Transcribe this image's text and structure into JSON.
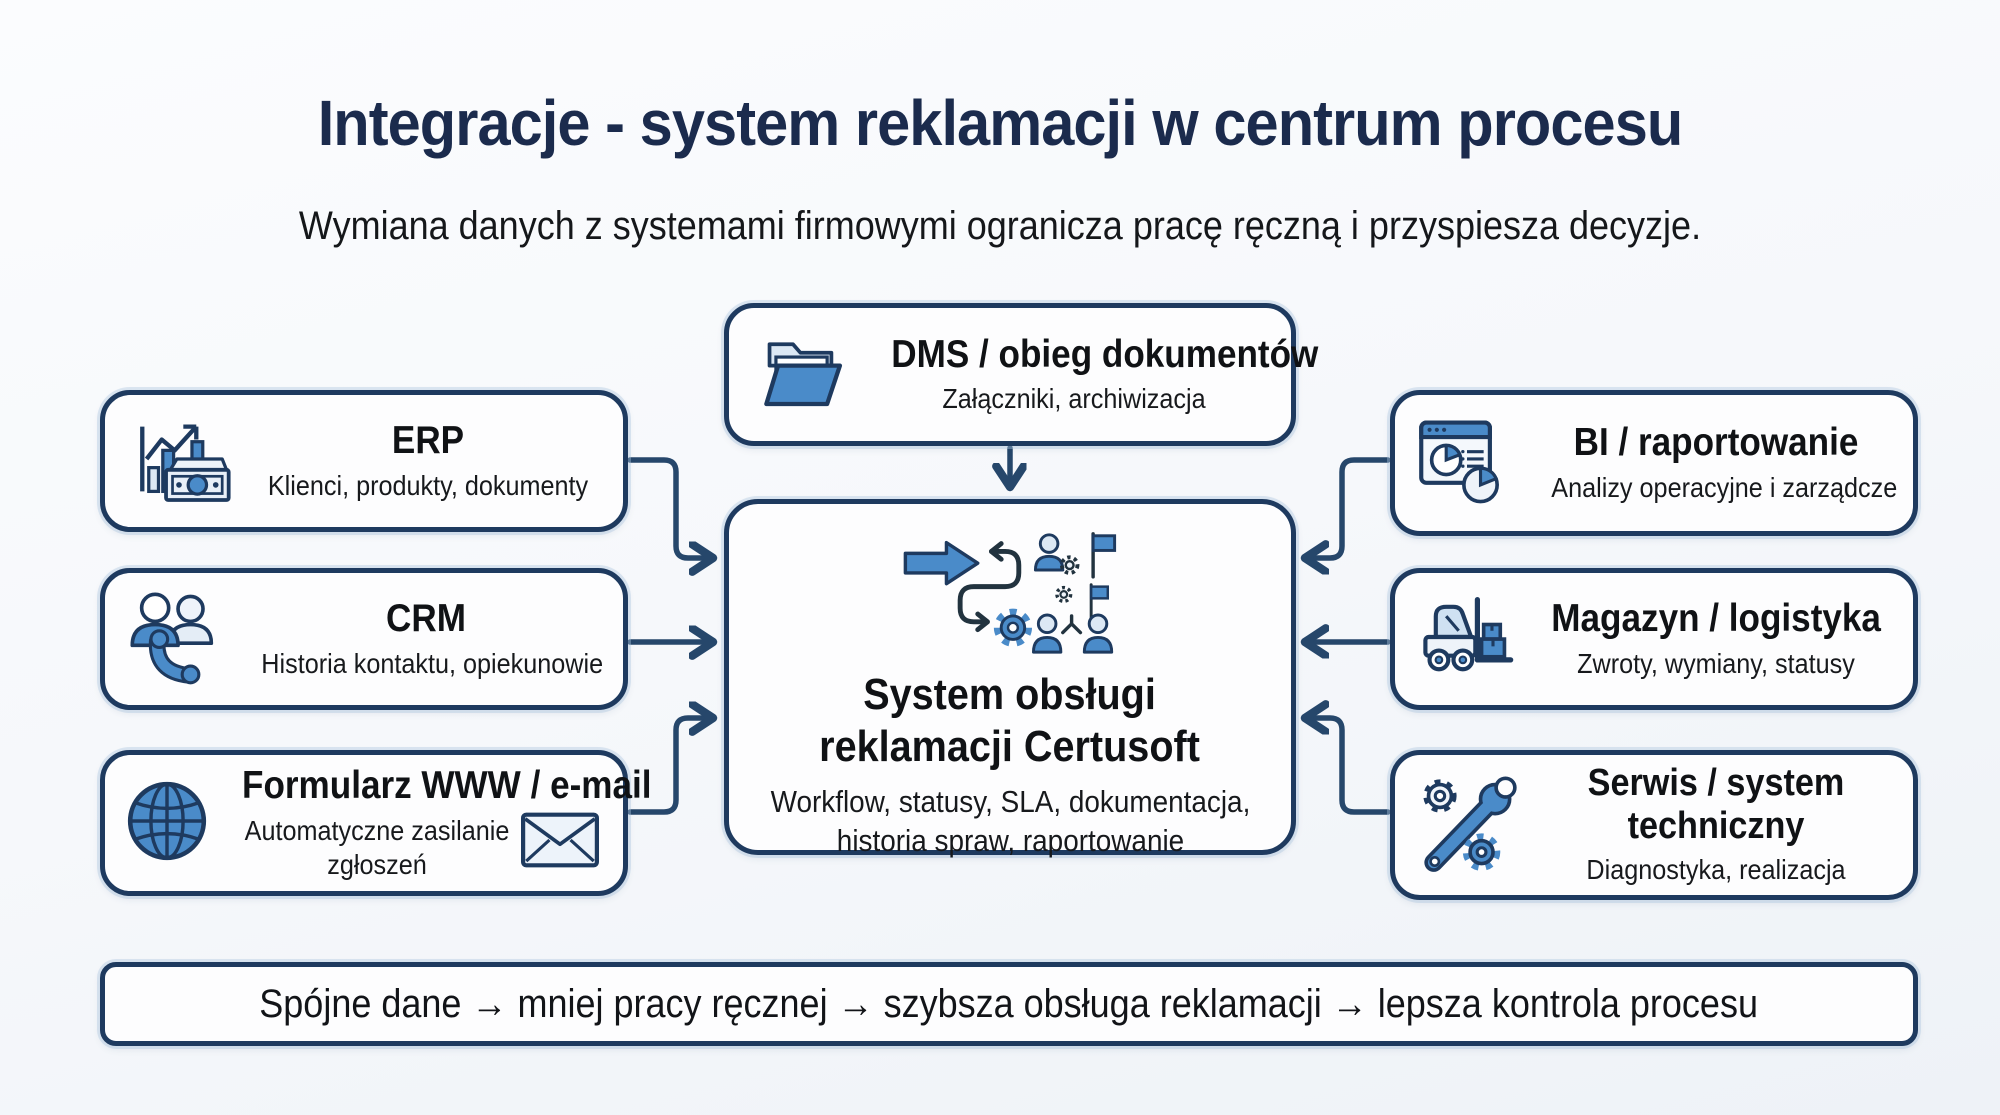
{
  "header": {
    "title": "Integracje - system reklamacji w centrum procesu",
    "subtitle": "Wymiana danych z systemami firmowymi ogranicza pracę ręczną i przyspiesza decyzje."
  },
  "colors": {
    "border_navy": "#1e3a5f",
    "title_navy": "#1b2b4d",
    "icon_blue": "#4a8bc9",
    "icon_blue_light": "#dce8f4",
    "connector": "#26476b",
    "background": "#f6f8fb",
    "text": "#141619"
  },
  "nodes": {
    "dms": {
      "title": "DMS / obieg dokumentów",
      "subtitle": "Załączniki, archiwizacja",
      "icon": "folder-icon"
    },
    "erp": {
      "title": "ERP",
      "subtitle": "Klienci, produkty, dokumenty",
      "icon": "bar-chart-money-icon"
    },
    "crm": {
      "title": "CRM",
      "subtitle": "Historia kontaktu, opiekunowie",
      "icon": "people-phone-icon"
    },
    "www_email": {
      "title": "Formularz WWW / e-mail",
      "subtitle_lines": [
        "Automatyczne zasilanie",
        "zgłoszeń"
      ],
      "icon": "globe-icon",
      "icon_right": "envelope-icon"
    },
    "bi": {
      "title": "BI / raportowanie",
      "subtitle": "Analizy operacyjne i zarządcze",
      "icon": "report-pies-icon"
    },
    "warehouse": {
      "title": "Magazyn / logistyka",
      "subtitle": "Zwroty, wymiany, statusy",
      "icon": "forklift-icon"
    },
    "service": {
      "title_lines": [
        "Serwis / system",
        "techniczny"
      ],
      "subtitle": "Diagnostyka, realizacja",
      "icon": "wrench-gears-icon"
    },
    "center": {
      "title_lines": [
        "System obsługi",
        "reklamacji Certusoft"
      ],
      "subtitle_lines": [
        "Workflow, statusy, SLA, dokumentacja,",
        "historia spraw, raportowanie"
      ],
      "icon": "workflow-team-icon"
    }
  },
  "footer": {
    "text": "Spójne dane → mniej pracy ręcznej → szybsza obsługa reklamacji → lepsza kontrola procesu"
  }
}
